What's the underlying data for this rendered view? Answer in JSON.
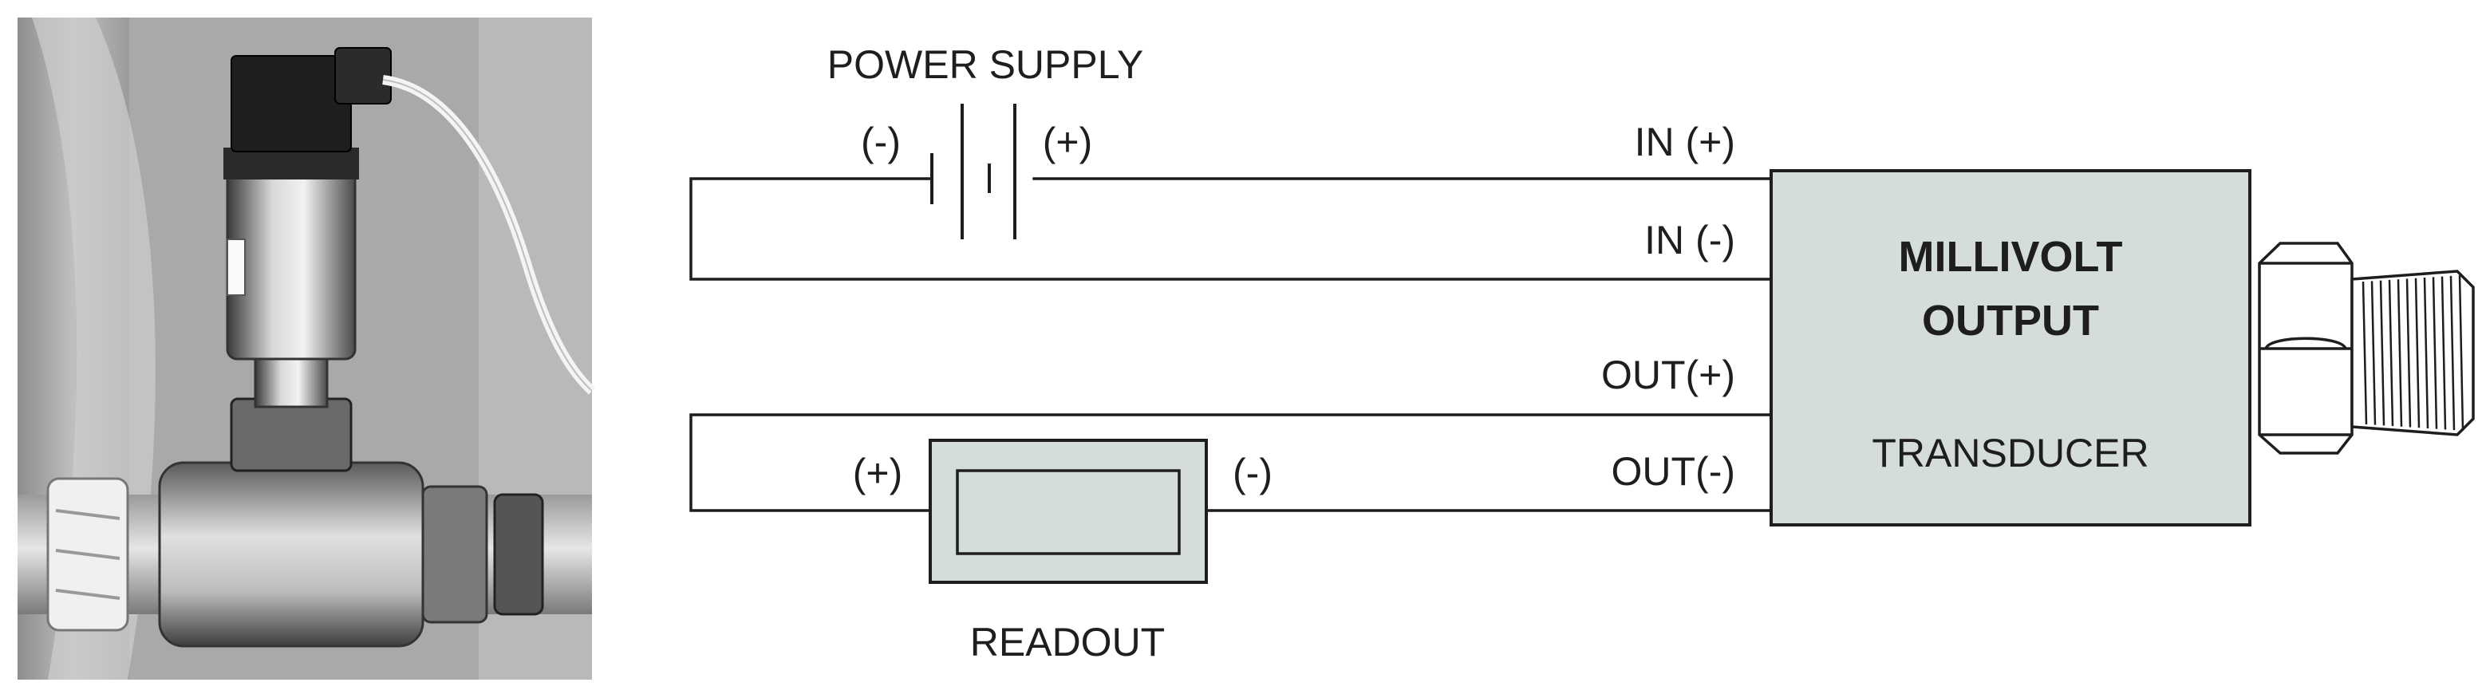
{
  "diagram": {
    "power_supply": {
      "title": "POWER SUPPLY",
      "neg_label": "(-)",
      "pos_label": "(+)"
    },
    "transducer": {
      "name_line1": "MILLIVOLT",
      "name_line2": "OUTPUT",
      "subtitle": "TRANSDUCER",
      "terminals": {
        "in_pos": "IN (+)",
        "in_neg": "IN (-)",
        "out_pos": "OUT(+)",
        "out_neg": "OUT(-)"
      }
    },
    "readout": {
      "title": "READOUT",
      "pos_label": "(+)",
      "neg_label": "(-)"
    },
    "colors": {
      "line": "#1e1e1e",
      "box_fill": "#d4ddd8",
      "fitting_fill": "#ffffff"
    }
  }
}
